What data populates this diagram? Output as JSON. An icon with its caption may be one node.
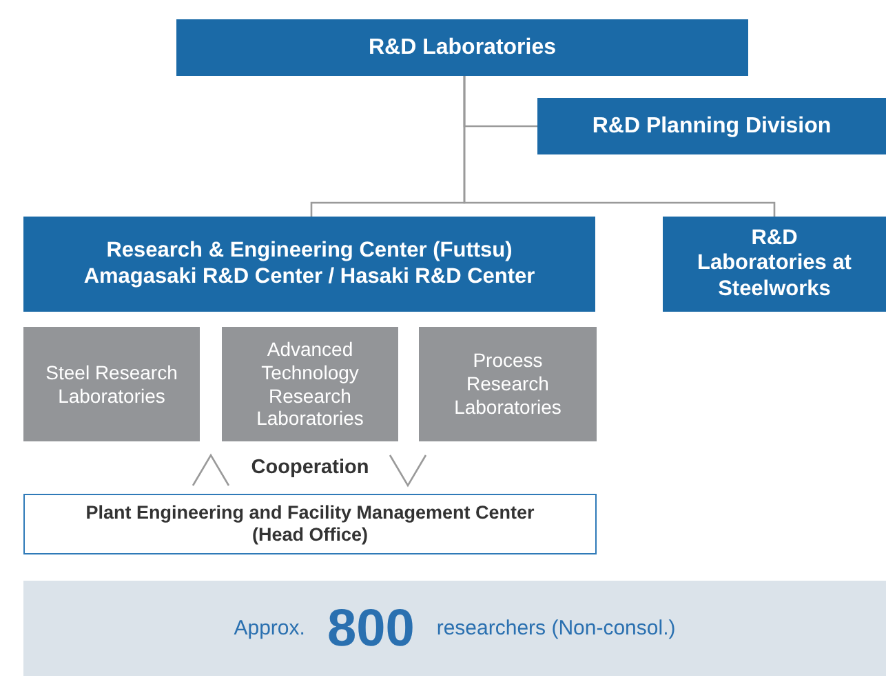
{
  "diagram": {
    "nodes": [
      {
        "text": [
          "R&D Laboratories"
        ]
      },
      {
        "text": [
          "R&D Planning Division"
        ]
      },
      {
        "text": [
          "Research & Engineering Center (Futtsu) Amagasaki R&D Center / Hasaki R&D Center"
        ]
      },
      {
        "text": [
          "R&D Laboratories at Steelworks"
        ]
      },
      {
        "text": [
          "Steel Research Laboratories"
        ]
      },
      {
        "text": [
          "Advanced Technology Research Laboratories"
        ]
      },
      {
        "text": [
          "Process Research Laboratories"
        ]
      },
      {
        "text": [
          "Plant Engineering and Facility Management Center (Head Office)"
        ]
      },
      {
        "text": [
          "Approx.",
          "800",
          "researchers (Non-consol.)"
        ]
      }
    ],
    "edges": [
      {
        "from": 0,
        "to": 1,
        "arrow": "none"
      },
      {
        "from": 0,
        "to": 2,
        "arrow": "none"
      },
      {
        "from": 0,
        "to": 3,
        "arrow": "none"
      }
    ],
    "labels": [
      "Cooperation"
    ]
  }
}
